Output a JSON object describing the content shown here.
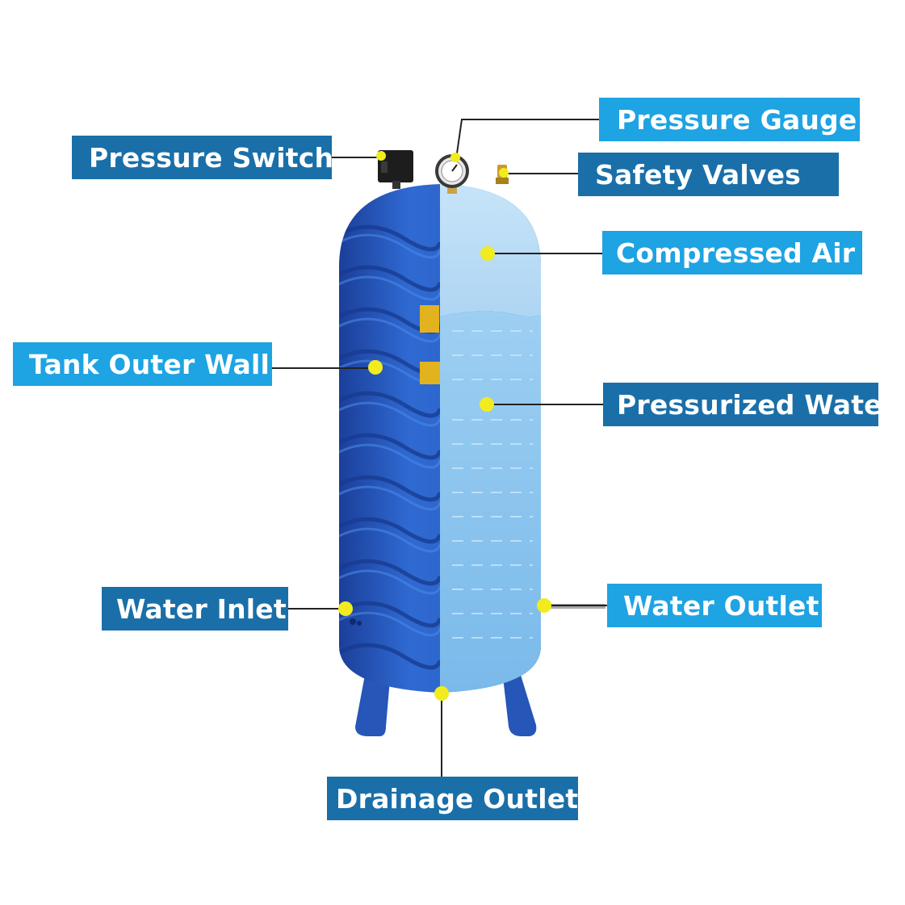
{
  "labels": {
    "pressure_switch": "Pressure Switch",
    "pressure_gauge": "Pressure Gauge",
    "safety_valves": "Safety Valves",
    "compressed_air": "Compressed Air",
    "tank_outer_wall": "Tank Outer Wall",
    "pressurized_water": "Pressurized Water",
    "water_inlet": "Water Inlet",
    "water_outlet": "Water Outlet",
    "drainage_outlet": "Drainage Outlet"
  },
  "colors": {
    "label_dark": "#1a6fa8",
    "label_light": "#1ea3e3",
    "tank_blue": "#2a61c6",
    "tank_shadow": "#1b3f9a",
    "air_fill": "#b7dcf6",
    "water_fill": "#86c2ee",
    "marker_yellow": "#f2ec1f",
    "leader_line": "#222222"
  },
  "icons": {
    "pressure_gauge": "pressure-gauge-icon",
    "pressure_switch": "pressure-switch-icon",
    "safety_valve": "safety-valve-icon"
  }
}
